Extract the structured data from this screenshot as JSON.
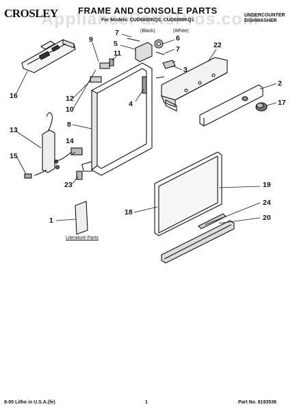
{
  "header": {
    "brand": "CROSLEY",
    "title": "FRAME AND CONSOLE PARTS",
    "subtitle": "For Models: CUD6000KQ0, CUD6000KQ1",
    "variants": [
      "(Black)",
      "(White)"
    ],
    "product_line1": "UNDERCOUNTER",
    "product_line2": "DISHWASHER"
  },
  "watermark": "AppliancePartsPros.com",
  "callouts": [
    {
      "id": "c7a",
      "label": "7"
    },
    {
      "id": "c9",
      "label": "9"
    },
    {
      "id": "c5",
      "label": "5"
    },
    {
      "id": "c11",
      "label": "11"
    },
    {
      "id": "c6",
      "label": "6"
    },
    {
      "id": "c7b",
      "label": "7"
    },
    {
      "id": "c22",
      "label": "22"
    },
    {
      "id": "c3",
      "label": "3"
    },
    {
      "id": "c2",
      "label": "2"
    },
    {
      "id": "c17",
      "label": "17"
    },
    {
      "id": "c16",
      "label": "16"
    },
    {
      "id": "c12",
      "label": "12"
    },
    {
      "id": "c10",
      "label": "10"
    },
    {
      "id": "c4",
      "label": "4"
    },
    {
      "id": "c13",
      "label": "13"
    },
    {
      "id": "c8",
      "label": "8"
    },
    {
      "id": "c14",
      "label": "14"
    },
    {
      "id": "c15",
      "label": "15"
    },
    {
      "id": "c23",
      "label": "23"
    },
    {
      "id": "c19",
      "label": "19"
    },
    {
      "id": "c1",
      "label": "1"
    },
    {
      "id": "c18",
      "label": "18"
    },
    {
      "id": "c24",
      "label": "24"
    },
    {
      "id": "c20",
      "label": "20"
    }
  ],
  "notes": {
    "literature_parts": "Literature Parts"
  },
  "footer": {
    "litho": "8-00 Litho in U.S.A.(fe)",
    "page": "1",
    "part_no": "Part No. 8193536"
  }
}
